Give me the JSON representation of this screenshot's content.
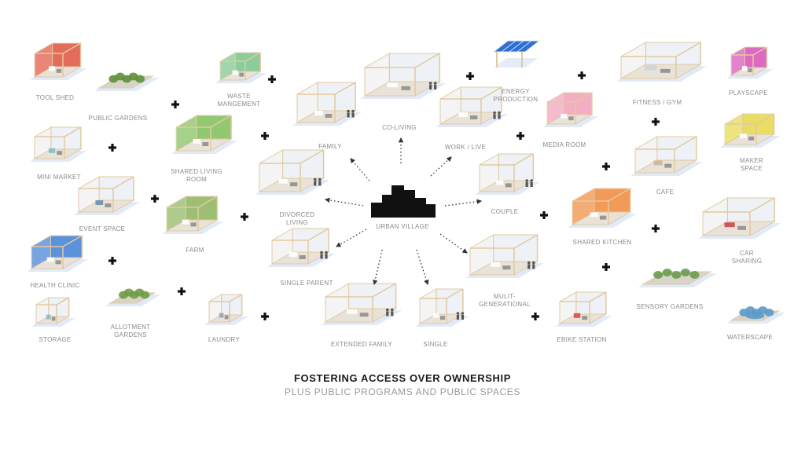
{
  "title": "FOSTERING ACCESS OVER OWNERSHIP",
  "subtitle": "PLUS PUBLIC PROGRAMS AND PUBLIC SPACES",
  "center": {
    "label": "URBAN VILLAGE"
  },
  "public_programs": [
    {
      "id": "tool-shed",
      "label": "TOOL SHED",
      "color": "#e0533f"
    },
    {
      "id": "public-gardens",
      "label": "PUBLIC GARDENS",
      "color": "#5f8f3a"
    },
    {
      "id": "waste-management",
      "label": "WASTE\nMANGEMENT",
      "color": "#79c58a"
    },
    {
      "id": "mini-market",
      "label": "MINI MARKET",
      "color": "#7ec0c8"
    },
    {
      "id": "shared-living-room",
      "label": "SHARED LIVING\nROOM",
      "color": "#7fbf5a"
    },
    {
      "id": "event-space",
      "label": "EVENT SPACE",
      "color": "#6f8fb3"
    },
    {
      "id": "farm",
      "label": "FARM",
      "color": "#8cb55c"
    },
    {
      "id": "health-clinic",
      "label": "HEALTH CLINIC",
      "color": "#3f7fd6"
    },
    {
      "id": "allotment-gardens",
      "label": "ALLOTMENT\nGARDENS",
      "color": "#6e9c46"
    },
    {
      "id": "storage",
      "label": "STORAGE",
      "color": "#8fb8c8"
    },
    {
      "id": "laundry",
      "label": "LAUNDRY",
      "color": "#9aa6b0"
    },
    {
      "id": "energy-production",
      "label": "ENERGY\nPRODUCTION",
      "color": "#2f6fd0"
    },
    {
      "id": "fitness-gym",
      "label": "FITNESS / GYM",
      "color": "#c9d4e6"
    },
    {
      "id": "playscape",
      "label": "PLAYSCAPE",
      "color": "#d94fb8"
    },
    {
      "id": "media-room",
      "label": "MEDIA ROOM",
      "color": "#f0a0b8"
    },
    {
      "id": "cafe",
      "label": "CAFE",
      "color": "#c8b89a"
    },
    {
      "id": "maker-space",
      "label": "MAKER\nSPACE",
      "color": "#e6d84a"
    },
    {
      "id": "shared-kitchen",
      "label": "SHARED KITCHEN",
      "color": "#f08a3c"
    },
    {
      "id": "car-sharing",
      "label": "CAR\nSHARING",
      "color": "#c84a4a"
    },
    {
      "id": "sensory-gardens",
      "label": "SENSORY GARDENS",
      "color": "#6a9a4a"
    },
    {
      "id": "ebike-station",
      "label": "EBIKE STATION",
      "color": "#d94a4a"
    },
    {
      "id": "waterscape",
      "label": "WATERSCAPE",
      "color": "#5a9ac8"
    }
  ],
  "housing_types": [
    {
      "id": "family",
      "label": "FAMILY"
    },
    {
      "id": "co-living",
      "label": "CO-LIVING"
    },
    {
      "id": "work-live",
      "label": "WORK / LIVE"
    },
    {
      "id": "divorced-living",
      "label": "DIVORCED\nLIVING"
    },
    {
      "id": "couple",
      "label": "COUPLE"
    },
    {
      "id": "single-parent",
      "label": "SINGLE PARENT"
    },
    {
      "id": "multi-generational",
      "label": "MULIT-\nGENERATIONAL"
    },
    {
      "id": "extended-family",
      "label": "EXTENDED FAMILY"
    },
    {
      "id": "single",
      "label": "SINGLE"
    }
  ],
  "colors": {
    "wood": "#e2c9a0",
    "wall": "#f4f4f4",
    "shadow": "#c9d9f2",
    "plus": "#111111",
    "arrow": "#333333"
  }
}
